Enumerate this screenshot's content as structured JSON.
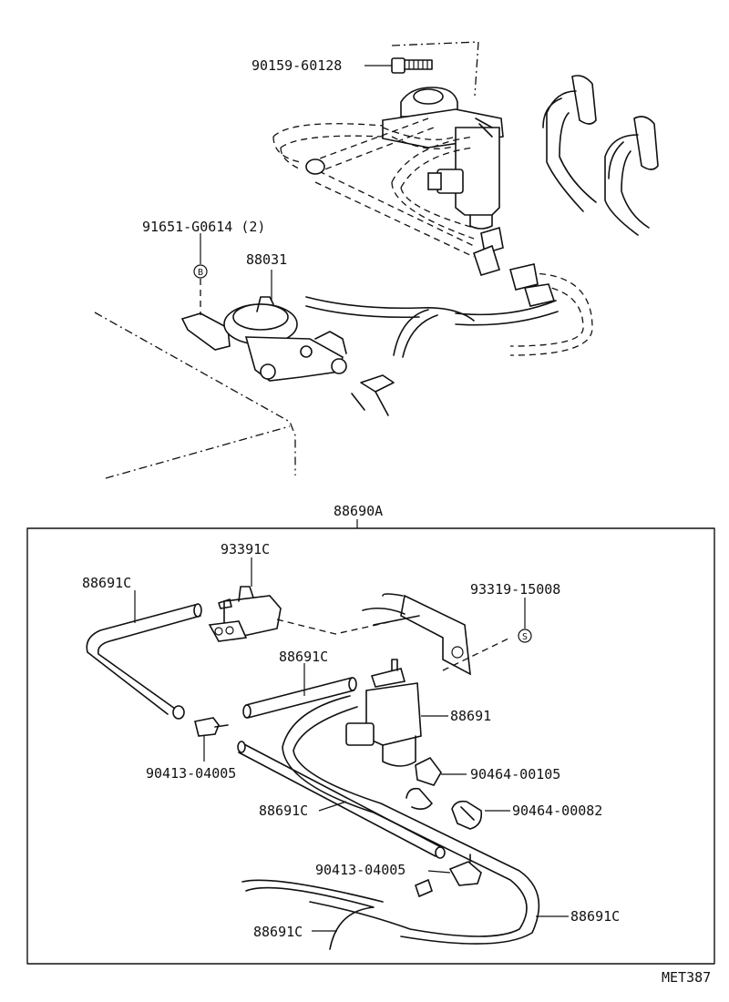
{
  "diagram": {
    "top": {
      "labels": {
        "bolt": "90159-60128",
        "clip": "91651-G0614 (2)",
        "vsv_upper": "88031",
        "marker": "B"
      }
    },
    "kit": {
      "title": "88690A",
      "labels": {
        "sensor": "93391C",
        "hose_a": "88691C",
        "hose_b": "88691C",
        "bracket_bolt": "93319-15008",
        "marker": "S",
        "vsv": "88691",
        "joint_a": "90413-04005",
        "clamp_a": "90464-00105",
        "clamp_b": "90464-00082",
        "hose_c": "88691C",
        "joint_b": "90413-04005",
        "hose_d": "88691C",
        "hose_e": "88691C"
      }
    },
    "code": "MET387"
  }
}
